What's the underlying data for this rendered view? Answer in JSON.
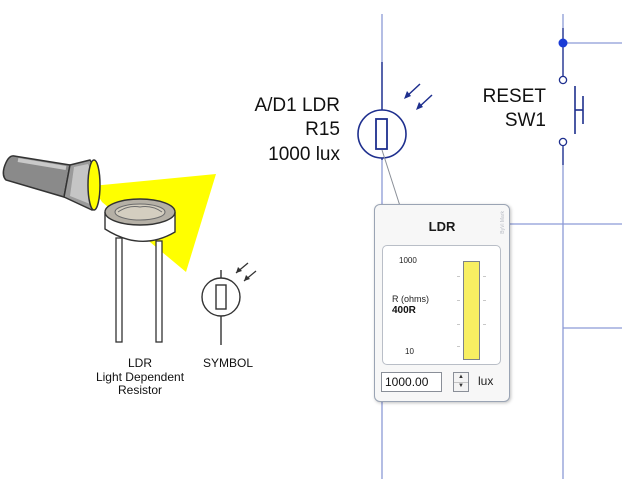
{
  "component": {
    "ref": "A/D1 LDR",
    "name": "R15",
    "illuminance": "1000 lux"
  },
  "reset_switch": {
    "label": "RESET",
    "name": "SW1"
  },
  "illustration": {
    "caption_ldr": "LDR",
    "caption_full_1": "Light Dependent",
    "caption_full_2": "Resistor",
    "caption_symbol": "SYMBOL"
  },
  "panel": {
    "title": "LDR",
    "brand": "ByVi Mark",
    "scale_max": "1000",
    "scale_min": "10",
    "resistance_label": "R (ohms)",
    "resistance_value": "400R",
    "lux_value": "1000.00",
    "lux_unit": "lux",
    "bar_fill_fraction": 1.0,
    "bar_color": "#f8ef62"
  },
  "colors": {
    "wire": "#8c9ad6",
    "component": "#1e2f8e",
    "net_dot": "#1a3bd6",
    "light_beam": "#ffff00"
  }
}
